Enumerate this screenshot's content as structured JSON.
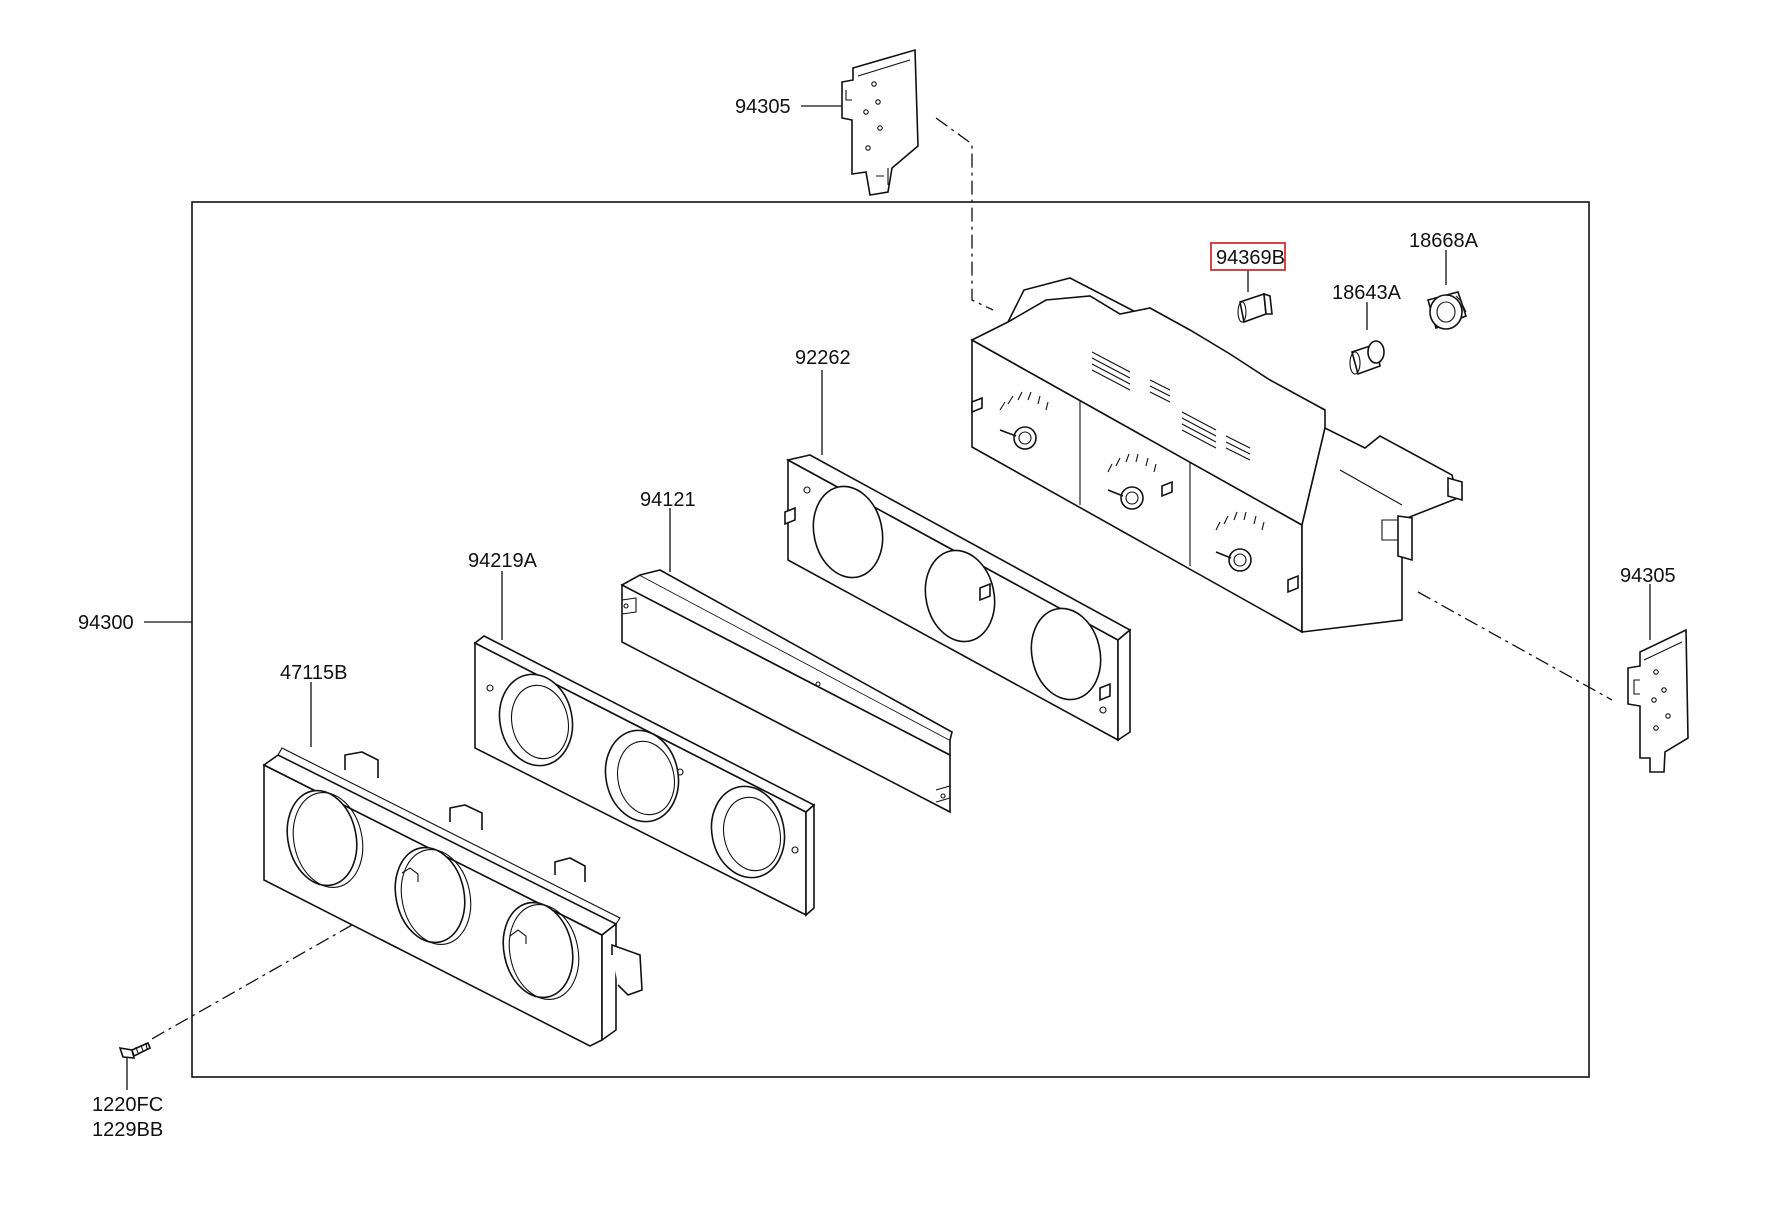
{
  "labels": {
    "bracket_top": "94305",
    "bracket_right": "94305",
    "assembly": "94300",
    "bulb_highlighted": "94369B",
    "bulb": "18643A",
    "bulb_socket": "18668A",
    "knob_panel": "92262",
    "plate": "94121",
    "knob_ring_panel": "94219A",
    "front_bezel": "47115B",
    "screw_1": "1220FC",
    "screw_2": "1229BB"
  },
  "colors": {
    "line": "#111111",
    "highlight_box": "#d32f2f",
    "background": "#ffffff"
  }
}
